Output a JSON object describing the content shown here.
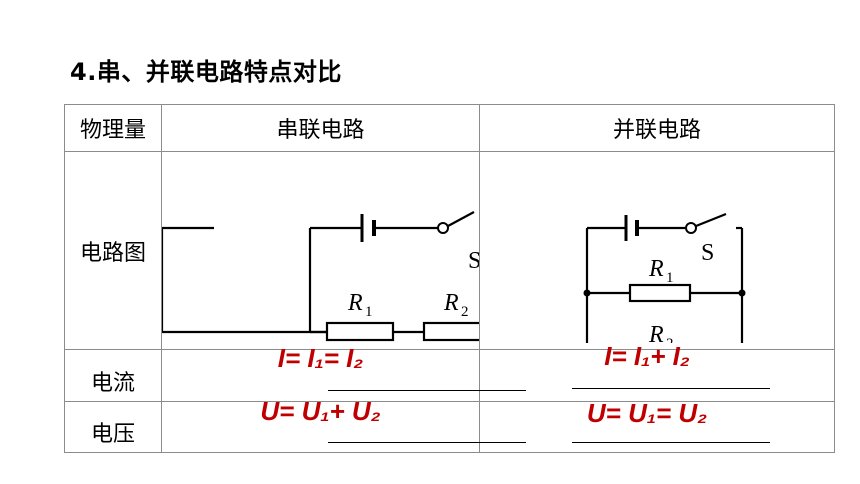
{
  "title": "4.串、并联电路特点对比",
  "table": {
    "header": {
      "col0": "物理量",
      "col1": "串联电路",
      "col2": "并联电路"
    },
    "rows": {
      "diagram": "电路图",
      "current": "电流",
      "voltage": "电压"
    }
  },
  "circuits": {
    "switch_label": "S",
    "r1_symbol": "R",
    "r1_sub": "1",
    "r2_symbol": "R",
    "r2_sub": "2"
  },
  "formulas": {
    "series_current": "I= I₁= I₂",
    "parallel_current": "I= I₁+ I₂",
    "series_voltage": "U= U₁+ U₂",
    "parallel_voltage": "U= U₁= U₂"
  },
  "colors": {
    "formula": "#c00000",
    "grid": "#8c8c8c"
  }
}
